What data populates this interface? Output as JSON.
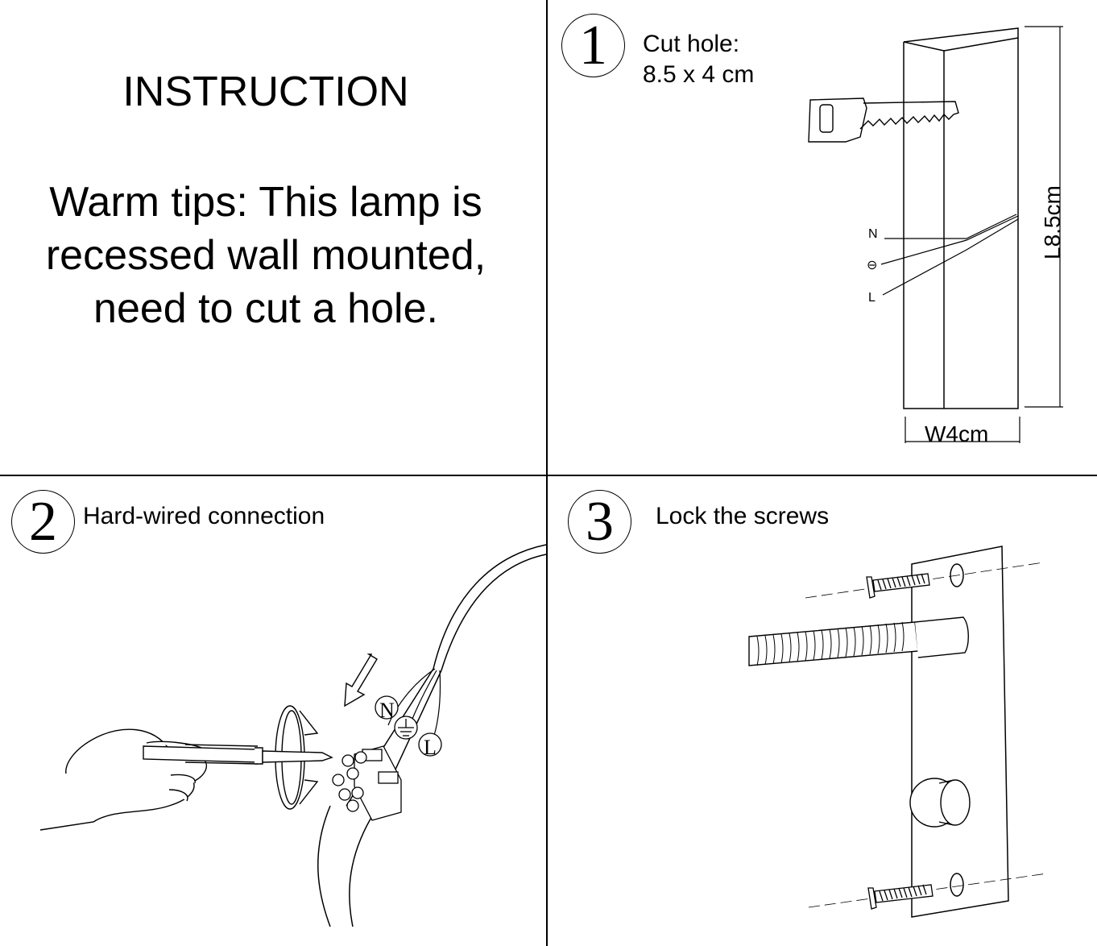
{
  "instruction": {
    "title": "INSTRUCTION",
    "tips_lines": [
      "Warm tips: This lamp is",
      "recessed wall mounted,",
      "need to cut a hole."
    ]
  },
  "step1": {
    "number": "1",
    "text_line1": "Cut hole:",
    "text_line2": "8.5 x 4 cm",
    "wire_labels": {
      "n": "N",
      "earth": "⊖",
      "l": "L"
    },
    "length_label": "L8.5cm",
    "width_label": "W4cm",
    "icons": [
      "saw-icon",
      "wall-box-icon"
    ]
  },
  "step2": {
    "number": "2",
    "text": "Hard-wired connection",
    "terminal_labels": {
      "n": "N",
      "l": "L"
    },
    "icons": [
      "hand-screwdriver-icon",
      "rotate-arrow-icon",
      "terminal-block-icon",
      "push-arrow-icon",
      "earth-icon"
    ]
  },
  "step3": {
    "number": "3",
    "text": "Lock the screws",
    "icons": [
      "screw-icon",
      "mounting-plate-icon",
      "conduit-icon",
      "knob-icon"
    ]
  }
}
